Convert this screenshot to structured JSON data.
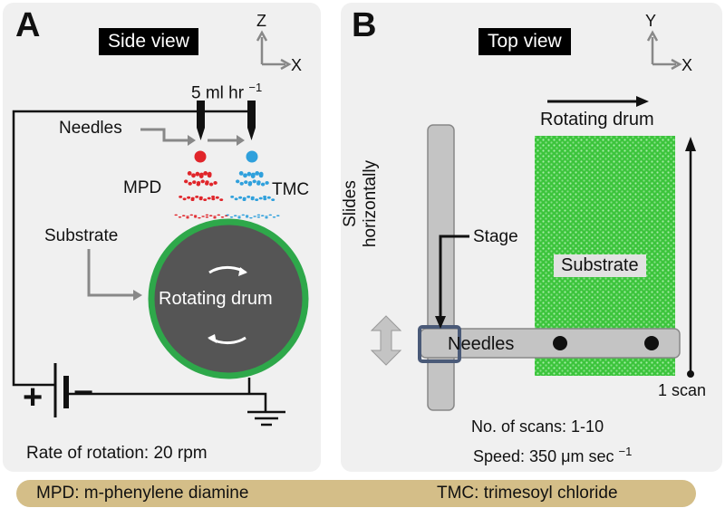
{
  "panel_a": {
    "letter": "A",
    "title": "Side view",
    "axis_vertical": "Z",
    "axis_horizontal": "X",
    "flow_rate": "5 ml hr",
    "flow_rate_exponent": "−1",
    "needles_label": "Needles",
    "mpd_label": "MPD",
    "tmc_label": "TMC",
    "substrate_label": "Substrate",
    "drum_label": "Rotating drum",
    "rotation_rate": "Rate of rotation: 20 rpm",
    "plus_sign": "+",
    "minus_sign": "−"
  },
  "panel_b": {
    "letter": "B",
    "title": "Top view",
    "axis_vertical": "Y",
    "axis_horizontal": "X",
    "drum_label": "Rotating drum",
    "slides_line1": "Slides",
    "slides_line2": "horizontally",
    "stage_label": "Stage",
    "substrate_label": "Substrate",
    "needles_label": "Needles",
    "scan_label": "1 scan",
    "scans_count": "No. of scans: 1-10",
    "speed": "Speed: 350 μm sec",
    "speed_exponent": "−1"
  },
  "legend": {
    "mpd": "MPD: m-phenylene diamine",
    "tmc": "TMC: trimesoyl chloride"
  },
  "colors": {
    "panel_bg": "#f0f0f0",
    "drum_fill": "#555555",
    "drum_ring": "#2ea84a",
    "mpd": "#e0252a",
    "tmc": "#2fa0dc",
    "substrate_green": "#3cc43c",
    "legend_bg": "#d4be88",
    "stage_gray": "#c4c4c4"
  }
}
